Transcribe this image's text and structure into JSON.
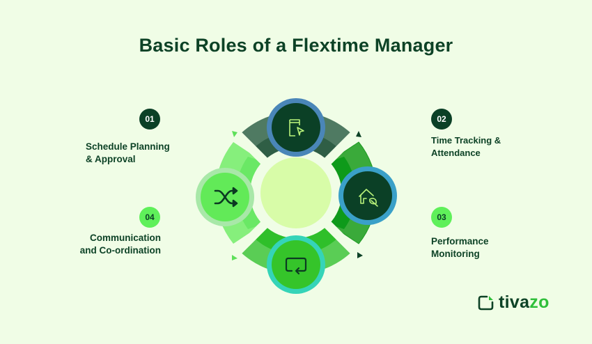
{
  "title": "Basic Roles of a Flextime Manager",
  "roles": [
    {
      "number": "01",
      "label_line1": "Schedule Planning",
      "label_line2": "& Approval",
      "icon": "document-cursor-icon",
      "position": "top"
    },
    {
      "number": "02",
      "label_line1": "Time Tracking &",
      "label_line2": "Attendance",
      "icon": "home-leaf-icon",
      "position": "right"
    },
    {
      "number": "03",
      "label_line1": "Performance",
      "label_line2": "Monitoring",
      "icon": "repeat-icon",
      "position": "bottom"
    },
    {
      "number": "04",
      "label_line1": "Communication",
      "label_line2": "and Co-ordination",
      "icon": "shuffle-icon",
      "position": "left"
    }
  ],
  "colors": {
    "background": "#f0fde6",
    "title": "#0d4226",
    "center": "#d8fca8",
    "top_outer": "#4f7a62",
    "top_inner": "#2f5e45",
    "top_ring": "#4a86b8",
    "top_fill": "#0b4026",
    "right_outer": "#3aaa3a",
    "right_inner": "#0e9a1a",
    "right_ring": "#3aa0c8",
    "right_fill": "#0b4026",
    "bottom_outer": "#5acd55",
    "bottom_inner": "#2fbf2a",
    "bottom_ring": "#35d4b8",
    "bottom_fill": "#35c42a",
    "left_outer": "#86ef7c",
    "left_inner": "#6ae865",
    "left_ring": "#a8e8a8",
    "left_fill": "#62ea58"
  },
  "logo": {
    "text_part1": "tiva",
    "text_part2": "zo"
  }
}
